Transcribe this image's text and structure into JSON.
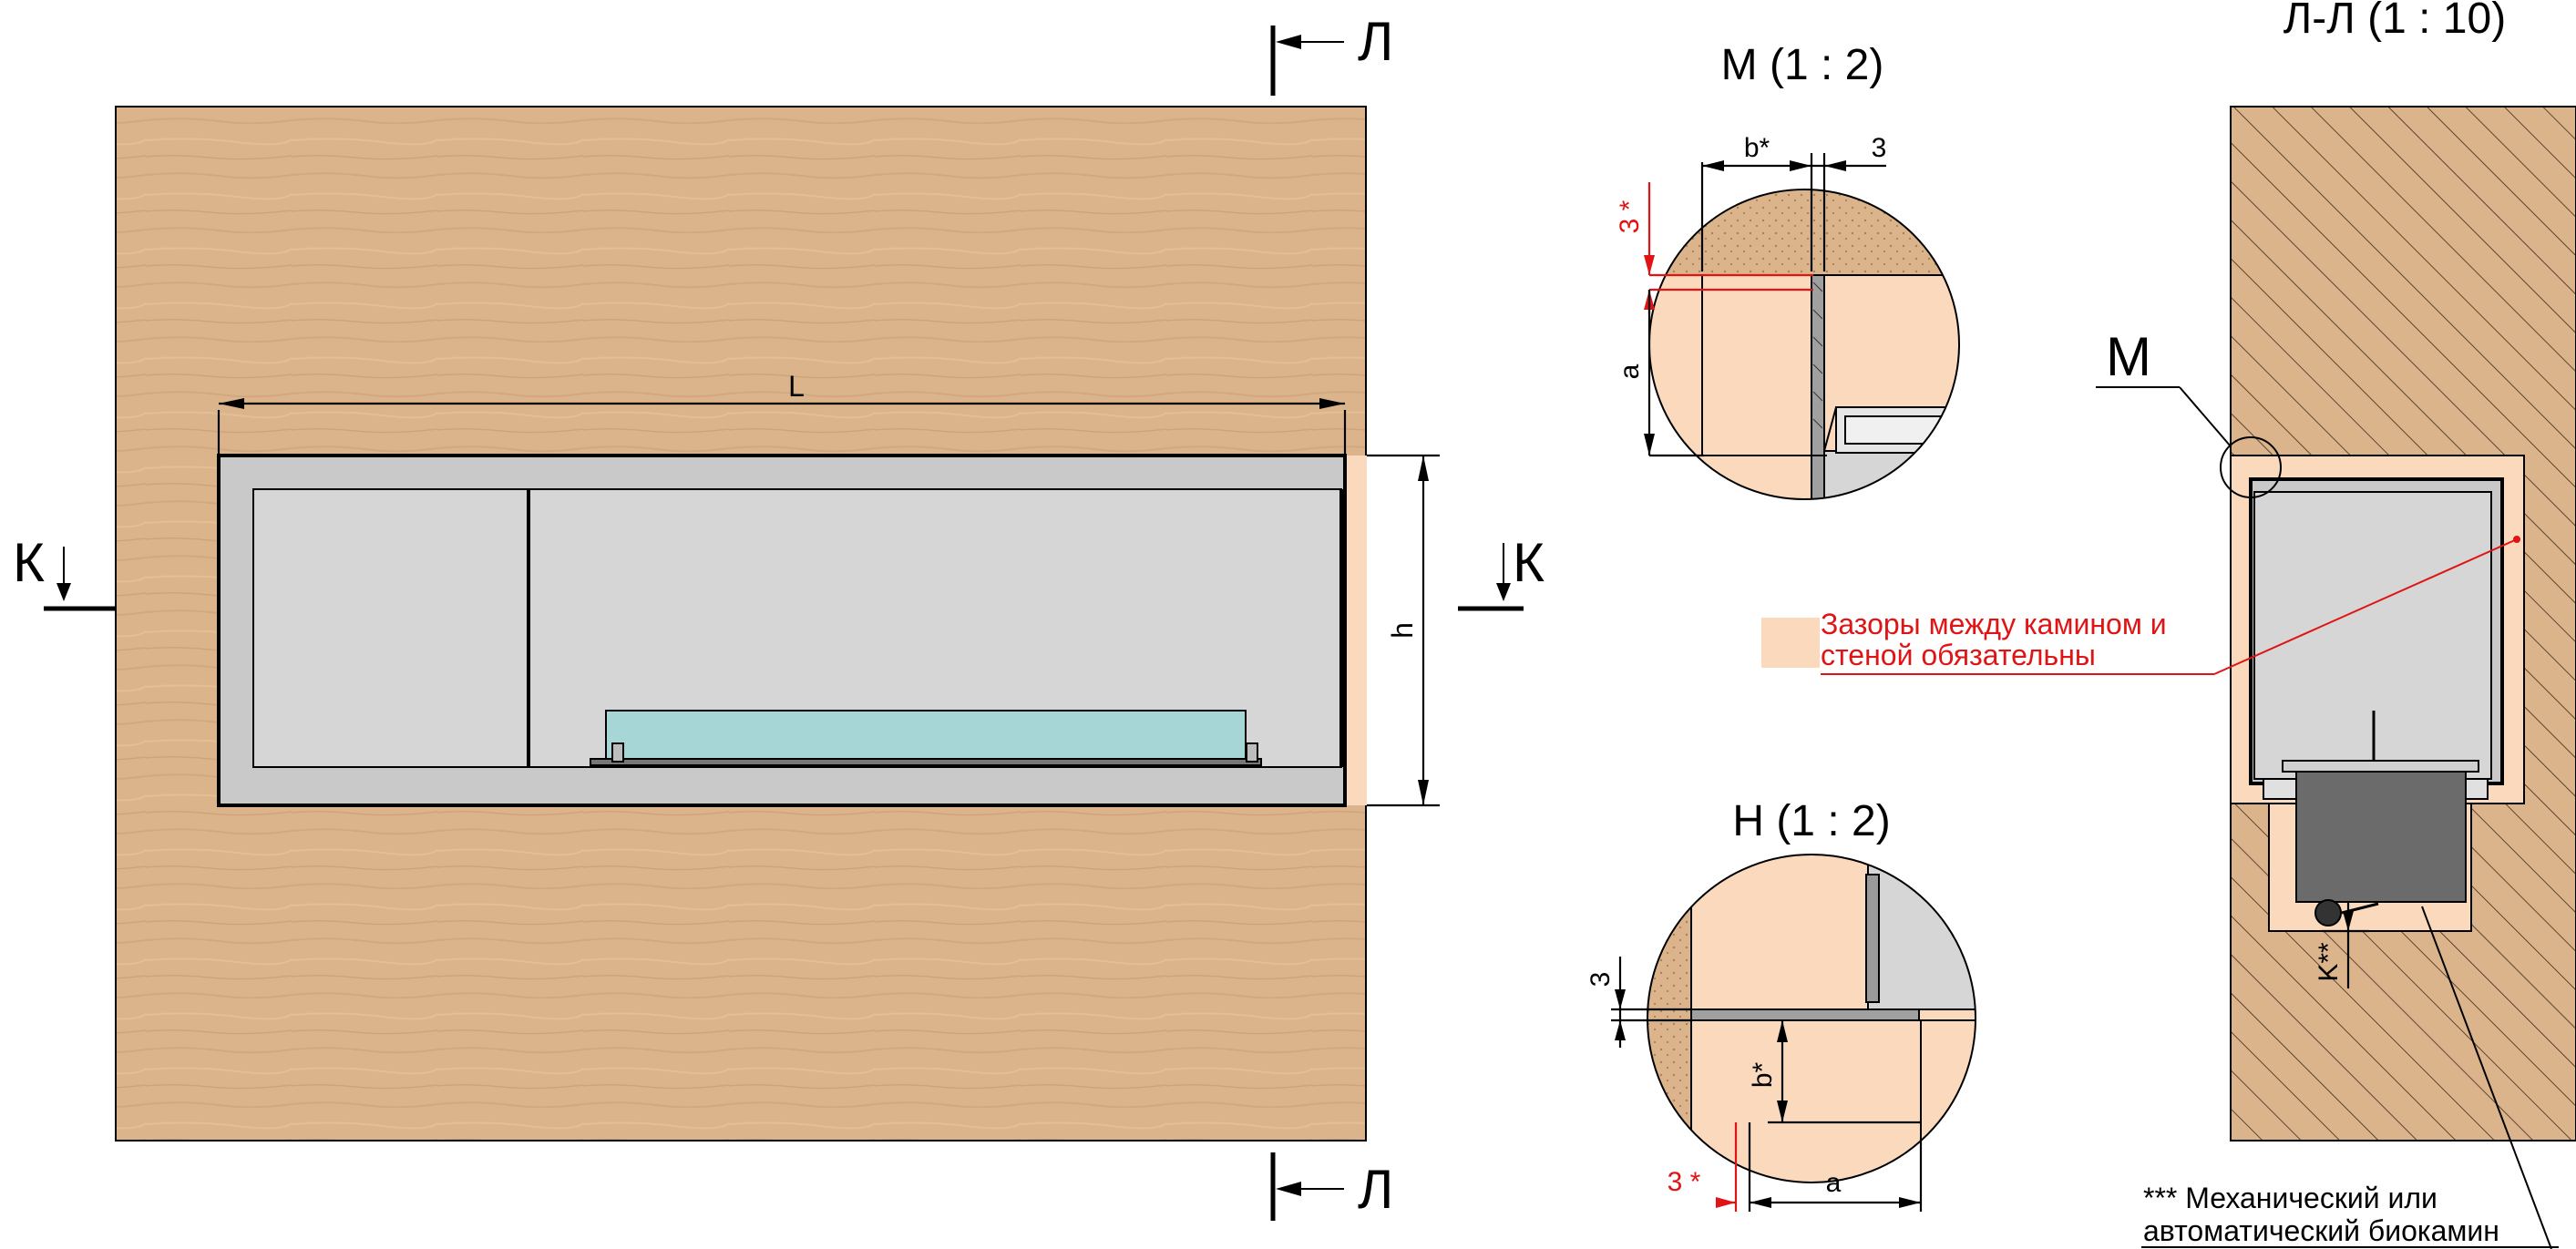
{
  "main_view": {
    "dim_L": "L",
    "dim_h": "h",
    "section_K_left": "К",
    "section_K_right": "К",
    "section_L_top": "Л",
    "section_L_bottom": "Л"
  },
  "detail_M": {
    "title": "М (1 : 2)",
    "dim_b": "b*",
    "dim_3": "3",
    "dim_3star": "3 *",
    "dim_a": "a"
  },
  "detail_N": {
    "title": "Н (1 : 2)",
    "dim_3": "3",
    "dim_b": "b*",
    "dim_3star": "3 *",
    "dim_a": "a"
  },
  "section_LL": {
    "title": "Л-Л (1 : 10)",
    "callout_M": "М",
    "dim_K": "K**"
  },
  "legend": {
    "gap_note_line1": "Зазоры между камином и",
    "gap_note_line2": "стеной обязательны",
    "burner_note_line1": "*** Механический или",
    "burner_note_line2": "автоматический биокамин"
  },
  "colors": {
    "wood": "#dcb48c",
    "gap": "#fbd9bd",
    "steel": "#d6d6d6",
    "frame": "#c9c9c9",
    "glass": "#a7d6d6",
    "burner": "#6b6b6b",
    "note_red": "#e01414"
  }
}
